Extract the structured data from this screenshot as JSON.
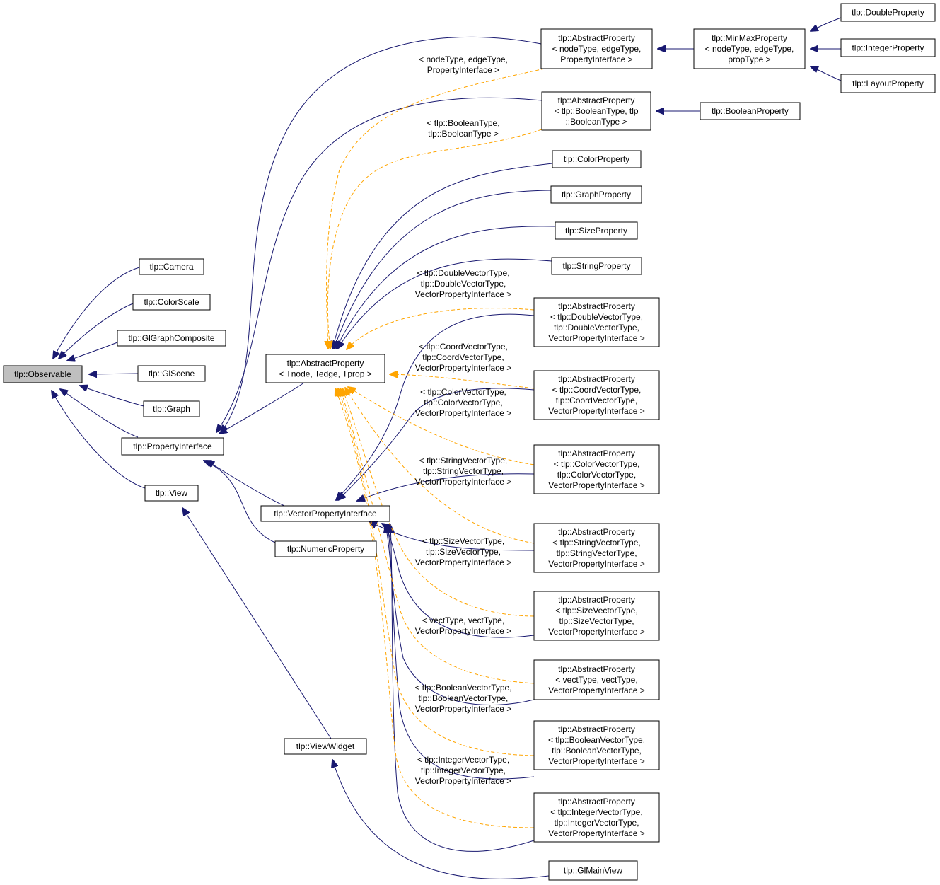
{
  "colors": {
    "inheritance_edge": "#191970",
    "template_edge": "#ffa500",
    "root_fill": "#bfbfbf",
    "node_fill": "#ffffff"
  },
  "nodes": [
    {
      "id": "observable",
      "lines": [
        "tlp::Observable"
      ]
    },
    {
      "id": "camera",
      "lines": [
        "tlp::Camera"
      ]
    },
    {
      "id": "colorscale",
      "lines": [
        "tlp::ColorScale"
      ]
    },
    {
      "id": "glgraphcomposite",
      "lines": [
        "tlp::GlGraphComposite"
      ]
    },
    {
      "id": "glscene",
      "lines": [
        "tlp::GlScene"
      ]
    },
    {
      "id": "graph",
      "lines": [
        "tlp::Graph"
      ]
    },
    {
      "id": "propertyinterface",
      "lines": [
        "tlp::PropertyInterface"
      ]
    },
    {
      "id": "view",
      "lines": [
        "tlp::View"
      ]
    },
    {
      "id": "abstractproperty",
      "lines": [
        "tlp::AbstractProperty",
        "< Tnode, Tedge, Tprop >"
      ]
    },
    {
      "id": "vectorpropertyinterface",
      "lines": [
        "tlp::VectorPropertyInterface"
      ]
    },
    {
      "id": "numericproperty",
      "lines": [
        "tlp::NumericProperty"
      ]
    },
    {
      "id": "viewwidget",
      "lines": [
        "tlp::ViewWidget"
      ]
    },
    {
      "id": "ap_node_edge_pi",
      "lines": [
        "tlp::AbstractProperty",
        "< nodeType, edgeType,",
        "PropertyInterface >"
      ]
    },
    {
      "id": "ap_boolean",
      "lines": [
        "tlp::AbstractProperty",
        "< tlp::BooleanType, tlp",
        "::BooleanType >"
      ]
    },
    {
      "id": "colorproperty",
      "lines": [
        "tlp::ColorProperty"
      ]
    },
    {
      "id": "graphproperty",
      "lines": [
        "tlp::GraphProperty"
      ]
    },
    {
      "id": "sizeproperty",
      "lines": [
        "tlp::SizeProperty"
      ]
    },
    {
      "id": "stringproperty",
      "lines": [
        "tlp::StringProperty"
      ]
    },
    {
      "id": "ap_doublevector",
      "lines": [
        "tlp::AbstractProperty",
        "< tlp::DoubleVectorType,",
        "tlp::DoubleVectorType,",
        "VectorPropertyInterface >"
      ]
    },
    {
      "id": "ap_coordvector",
      "lines": [
        "tlp::AbstractProperty",
        "< tlp::CoordVectorType,",
        "tlp::CoordVectorType,",
        "VectorPropertyInterface >"
      ]
    },
    {
      "id": "ap_colorvector",
      "lines": [
        "tlp::AbstractProperty",
        "< tlp::ColorVectorType,",
        "tlp::ColorVectorType,",
        "VectorPropertyInterface >"
      ]
    },
    {
      "id": "ap_stringvector",
      "lines": [
        "tlp::AbstractProperty",
        "< tlp::StringVectorType,",
        "tlp::StringVectorType,",
        "VectorPropertyInterface >"
      ]
    },
    {
      "id": "ap_sizevector",
      "lines": [
        "tlp::AbstractProperty",
        "< tlp::SizeVectorType,",
        "tlp::SizeVectorType,",
        "VectorPropertyInterface >"
      ]
    },
    {
      "id": "ap_vect",
      "lines": [
        "tlp::AbstractProperty",
        "< vectType, vectType,",
        "VectorPropertyInterface >"
      ]
    },
    {
      "id": "ap_booleanvector",
      "lines": [
        "tlp::AbstractProperty",
        "< tlp::BooleanVectorType,",
        "tlp::BooleanVectorType,",
        "VectorPropertyInterface >"
      ]
    },
    {
      "id": "ap_integervector",
      "lines": [
        "tlp::AbstractProperty",
        "< tlp::IntegerVectorType,",
        "tlp::IntegerVectorType,",
        "VectorPropertyInterface >"
      ]
    },
    {
      "id": "glmainview",
      "lines": [
        "tlp::GlMainView"
      ]
    },
    {
      "id": "minmaxproperty",
      "lines": [
        "tlp::MinMaxProperty",
        "< nodeType, edgeType,",
        "propType >"
      ]
    },
    {
      "id": "booleanproperty",
      "lines": [
        "tlp::BooleanProperty"
      ]
    },
    {
      "id": "doubleproperty",
      "lines": [
        "tlp::DoubleProperty"
      ]
    },
    {
      "id": "integerproperty",
      "lines": [
        "tlp::IntegerProperty"
      ]
    },
    {
      "id": "layoutproperty",
      "lines": [
        "tlp::LayoutProperty"
      ]
    }
  ],
  "edge_labels": [
    {
      "id": "lbl_node_edge_pi",
      "lines": [
        "< nodeType, edgeType,",
        "PropertyInterface >"
      ]
    },
    {
      "id": "lbl_boolean",
      "lines": [
        "< tlp::BooleanType,",
        "tlp::BooleanType >"
      ]
    },
    {
      "id": "lbl_doublevector",
      "lines": [
        "< tlp::DoubleVectorType,",
        "tlp::DoubleVectorType,",
        "VectorPropertyInterface >"
      ]
    },
    {
      "id": "lbl_coordvector",
      "lines": [
        "< tlp::CoordVectorType,",
        "tlp::CoordVectorType,",
        "VectorPropertyInterface >"
      ]
    },
    {
      "id": "lbl_colorvector",
      "lines": [
        "< tlp::ColorVectorType,",
        "tlp::ColorVectorType,",
        "VectorPropertyInterface >"
      ]
    },
    {
      "id": "lbl_stringvector",
      "lines": [
        "< tlp::StringVectorType,",
        "tlp::StringVectorType,",
        "VectorPropertyInterface >"
      ]
    },
    {
      "id": "lbl_sizevector",
      "lines": [
        "< tlp::SizeVectorType,",
        "tlp::SizeVectorType,",
        "VectorPropertyInterface >"
      ]
    },
    {
      "id": "lbl_vect",
      "lines": [
        "< vectType, vectType,",
        "VectorPropertyInterface >"
      ]
    },
    {
      "id": "lbl_booleanvector",
      "lines": [
        "< tlp::BooleanVectorType,",
        "tlp::BooleanVectorType,",
        "VectorPropertyInterface >"
      ]
    },
    {
      "id": "lbl_integervector",
      "lines": [
        "< tlp::IntegerVectorType,",
        "tlp::IntegerVectorType,",
        "VectorPropertyInterface >"
      ]
    }
  ],
  "edges": [
    {
      "from": "camera",
      "to": "observable",
      "style": "solid"
    },
    {
      "from": "colorscale",
      "to": "observable",
      "style": "solid"
    },
    {
      "from": "glgraphcomposite",
      "to": "observable",
      "style": "solid"
    },
    {
      "from": "glscene",
      "to": "observable",
      "style": "solid"
    },
    {
      "from": "graph",
      "to": "observable",
      "style": "solid"
    },
    {
      "from": "propertyinterface",
      "to": "observable",
      "style": "solid"
    },
    {
      "from": "view",
      "to": "observable",
      "style": "solid"
    },
    {
      "from": "abstractproperty",
      "to": "propertyinterface",
      "style": "solid"
    },
    {
      "from": "ap_node_edge_pi",
      "to": "propertyinterface",
      "style": "solid"
    },
    {
      "from": "ap_boolean",
      "to": "propertyinterface",
      "style": "solid"
    },
    {
      "from": "vectorpropertyinterface",
      "to": "propertyinterface",
      "style": "solid"
    },
    {
      "from": "numericproperty",
      "to": "propertyinterface",
      "style": "solid"
    },
    {
      "from": "viewwidget",
      "to": "view",
      "style": "solid"
    },
    {
      "from": "colorproperty",
      "to": "abstractproperty",
      "style": "solid"
    },
    {
      "from": "graphproperty",
      "to": "abstractproperty",
      "style": "solid"
    },
    {
      "from": "sizeproperty",
      "to": "abstractproperty",
      "style": "solid"
    },
    {
      "from": "stringproperty",
      "to": "abstractproperty",
      "style": "solid"
    },
    {
      "from": "ap_doublevector",
      "to": "vectorpropertyinterface",
      "style": "solid"
    },
    {
      "from": "ap_coordvector",
      "to": "vectorpropertyinterface",
      "style": "solid"
    },
    {
      "from": "ap_colorvector",
      "to": "vectorpropertyinterface",
      "style": "solid"
    },
    {
      "from": "ap_stringvector",
      "to": "vectorpropertyinterface",
      "style": "solid"
    },
    {
      "from": "ap_sizevector",
      "to": "vectorpropertyinterface",
      "style": "solid"
    },
    {
      "from": "ap_vect",
      "to": "vectorpropertyinterface",
      "style": "solid"
    },
    {
      "from": "ap_booleanvector",
      "to": "vectorpropertyinterface",
      "style": "solid"
    },
    {
      "from": "ap_integervector",
      "to": "vectorpropertyinterface",
      "style": "solid"
    },
    {
      "from": "glmainview",
      "to": "viewwidget",
      "style": "solid"
    },
    {
      "from": "minmaxproperty",
      "to": "ap_node_edge_pi",
      "style": "solid"
    },
    {
      "from": "booleanproperty",
      "to": "ap_boolean",
      "style": "solid"
    },
    {
      "from": "doubleproperty",
      "to": "minmaxproperty",
      "style": "solid"
    },
    {
      "from": "integerproperty",
      "to": "minmaxproperty",
      "style": "solid"
    },
    {
      "from": "layoutproperty",
      "to": "minmaxproperty",
      "style": "solid"
    },
    {
      "from": "ap_node_edge_pi",
      "to": "abstractproperty",
      "style": "dashed",
      "label": "lbl_node_edge_pi"
    },
    {
      "from": "ap_boolean",
      "to": "abstractproperty",
      "style": "dashed",
      "label": "lbl_boolean"
    },
    {
      "from": "ap_doublevector",
      "to": "abstractproperty",
      "style": "dashed",
      "label": "lbl_doublevector"
    },
    {
      "from": "ap_coordvector",
      "to": "abstractproperty",
      "style": "dashed",
      "label": "lbl_coordvector"
    },
    {
      "from": "ap_colorvector",
      "to": "abstractproperty",
      "style": "dashed",
      "label": "lbl_colorvector"
    },
    {
      "from": "ap_stringvector",
      "to": "abstractproperty",
      "style": "dashed",
      "label": "lbl_stringvector"
    },
    {
      "from": "ap_sizevector",
      "to": "abstractproperty",
      "style": "dashed",
      "label": "lbl_sizevector"
    },
    {
      "from": "ap_vect",
      "to": "abstractproperty",
      "style": "dashed",
      "label": "lbl_vect"
    },
    {
      "from": "ap_booleanvector",
      "to": "abstractproperty",
      "style": "dashed",
      "label": "lbl_booleanvector"
    },
    {
      "from": "ap_integervector",
      "to": "abstractproperty",
      "style": "dashed",
      "label": "lbl_integervector"
    }
  ]
}
